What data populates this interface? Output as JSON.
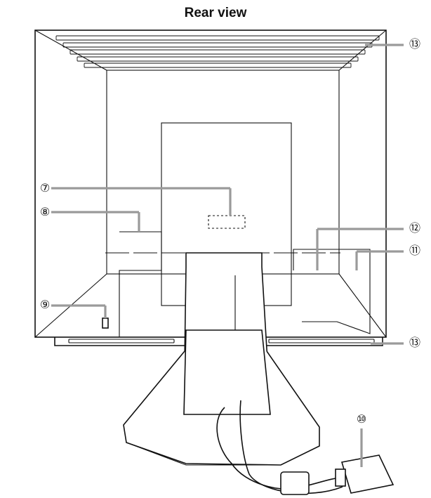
{
  "title": "Rear view",
  "callouts": {
    "c7": "⑦",
    "c8": "⑧",
    "c9": "⑨",
    "c10": "⑩",
    "c11": "⑪",
    "c12": "⑫",
    "c13_top": "⑬",
    "c13_bottom": "⑬"
  }
}
